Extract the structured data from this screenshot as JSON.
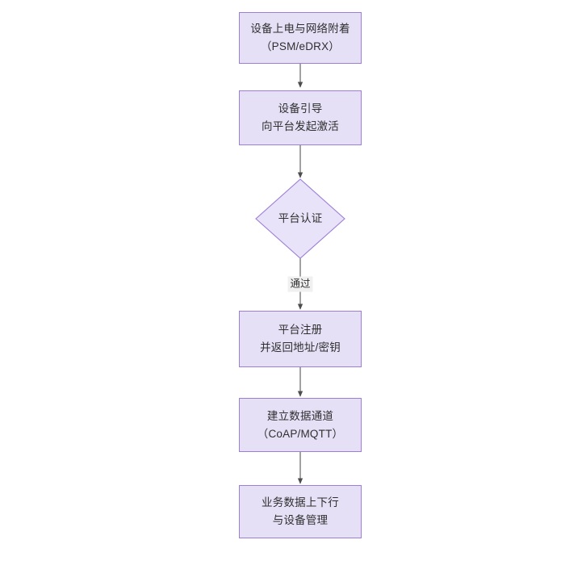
{
  "diagram": {
    "type": "flowchart",
    "orientation": "top-to-bottom",
    "background_color": "#ffffff",
    "node_fill_color": "#e6e0f7",
    "node_border_color": "#9d7ed6",
    "edge_color": "#555555",
    "text_color": "#2f2f2f",
    "nodes": [
      {
        "id": "n1",
        "shape": "rectangle",
        "line1": "设备上电与网络附着",
        "line2": "（PSM/eDRX）",
        "text": "设备上电与网络附着\n（PSM/eDRX）"
      },
      {
        "id": "n2",
        "shape": "rectangle",
        "line1": "设备引导",
        "line2": "向平台发起激活",
        "text": "设备引导\n向平台发起激活"
      },
      {
        "id": "n3",
        "shape": "diamond",
        "line1": "平台认证",
        "line2": "",
        "text": "平台认证"
      },
      {
        "id": "n4",
        "shape": "rectangle",
        "line1": "平台注册",
        "line2": "并返回地址/密钥",
        "text": "平台注册\n并返回地址/密钥"
      },
      {
        "id": "n5",
        "shape": "rectangle",
        "line1": "建立数据通道",
        "line2": "（CoAP/MQTT）",
        "text": "建立数据通道\n（CoAP/MQTT）"
      },
      {
        "id": "n6",
        "shape": "rectangle",
        "line1": "业务数据上下行",
        "line2": "与设备管理",
        "text": "业务数据上下行\n与设备管理"
      }
    ],
    "edges": [
      {
        "id": "e1",
        "from": "n1",
        "to": "n2",
        "label": ""
      },
      {
        "id": "e2",
        "from": "n2",
        "to": "n3",
        "label": ""
      },
      {
        "id": "e3",
        "from": "n3",
        "to": "n4",
        "label": "通过"
      },
      {
        "id": "e4",
        "from": "n4",
        "to": "n5",
        "label": ""
      },
      {
        "id": "e5",
        "from": "n5",
        "to": "n6",
        "label": ""
      }
    ]
  }
}
